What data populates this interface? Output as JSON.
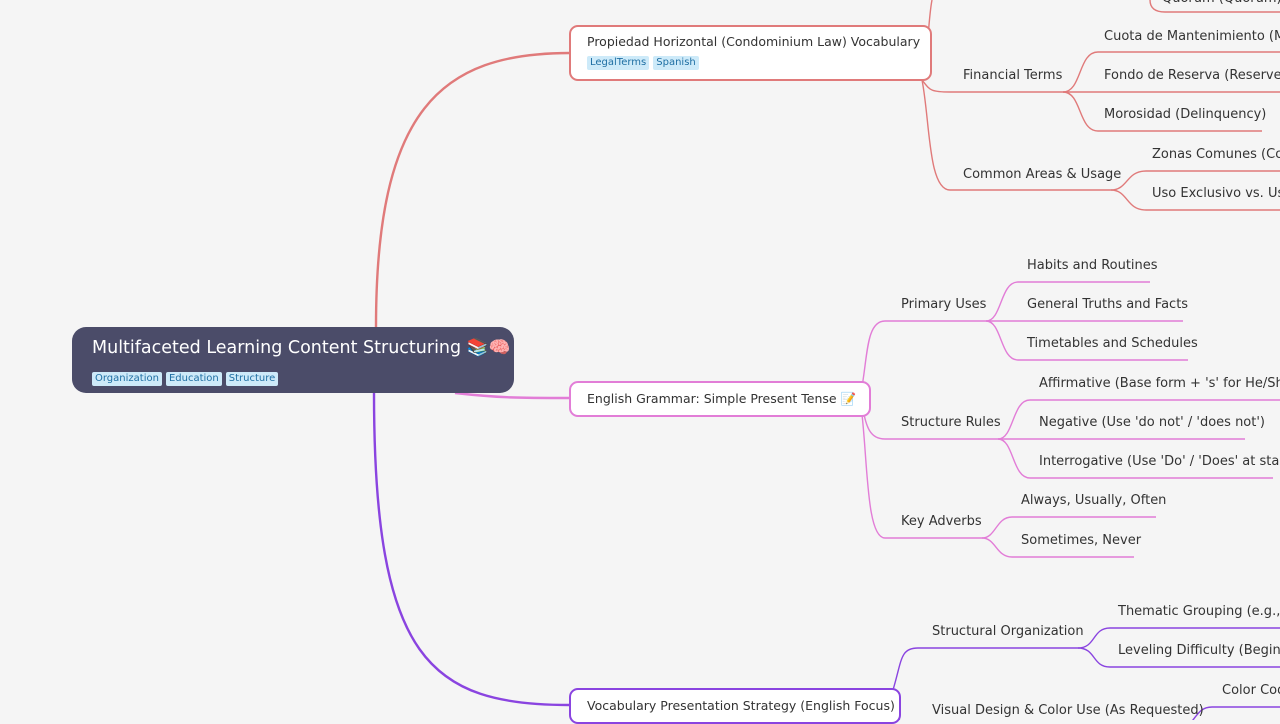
{
  "colors": {
    "background": "#f5f5f5",
    "root_fill": "#4b4c69",
    "branch_red": "#e07a7a",
    "branch_pink": "#e27dd7",
    "branch_purple": "#8a44e0",
    "tag_fill": "#cdeaf9",
    "tag_text": "#1f6fa3"
  },
  "root": {
    "title": "Multifaceted Learning Content Structuring 📚🧠",
    "tags": [
      "Organization",
      "Education",
      "Structure"
    ]
  },
  "branches": {
    "propiedad": {
      "title": "Propiedad Horizontal (Condominium Law) Vocabulary",
      "tags": [
        "LegalTerms",
        "Spanish"
      ],
      "cut_off_leaf": "Quórum (Quorum)",
      "financial": {
        "label": "Financial Terms",
        "items": [
          "Cuota de Mantenimiento (Mai",
          "Fondo de Reserva (Reserve Fu",
          "Morosidad (Delinquency)"
        ]
      },
      "common": {
        "label": "Common Areas & Usage",
        "items": [
          "Zonas Comunes (Com",
          "Uso Exclusivo vs. Uso"
        ]
      }
    },
    "grammar": {
      "title": "English Grammar: Simple Present Tense 📝",
      "primary": {
        "label": "Primary Uses",
        "items": [
          "Habits and Routines",
          "General Truths and Facts",
          "Timetables and Schedules"
        ]
      },
      "structure": {
        "label": "Structure Rules",
        "items": [
          "Affirmative (Base form + 's' for He/She/It)",
          "Negative (Use 'do not' / 'does not')",
          "Interrogative (Use 'Do' / 'Does' at start)"
        ]
      },
      "adverbs": {
        "label": "Key Adverbs",
        "items": [
          "Always, Usually, Often",
          "Sometimes, Never"
        ]
      }
    },
    "vocab": {
      "title": "Vocabulary Presentation Strategy (English Focus)",
      "structural": {
        "label": "Structural Organization",
        "items": [
          "Thematic Grouping (e.g., Le",
          "Leveling Difficulty (Beginne"
        ]
      },
      "visual": {
        "label": "Visual Design & Color Use (As Requested)",
        "items": [
          "Color Cod"
        ]
      }
    }
  }
}
